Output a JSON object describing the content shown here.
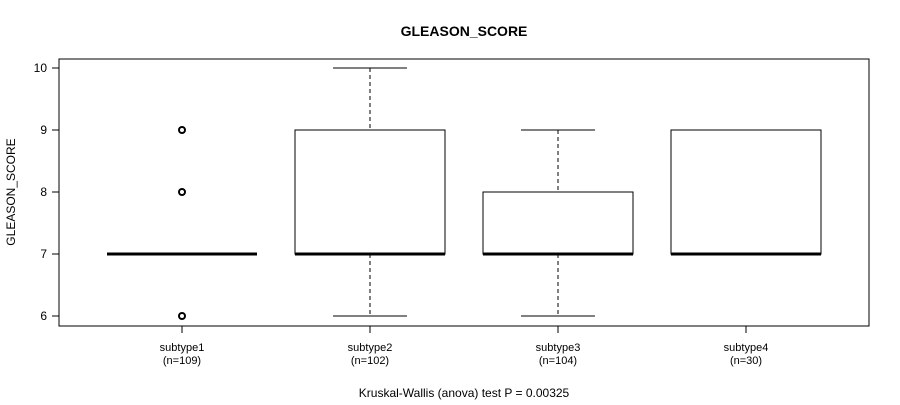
{
  "chart_data": {
    "type": "boxplot",
    "title": "GLEASON_SCORE",
    "ylabel": "GLEASON_SCORE",
    "xlabel": "Kruskal-Wallis (anova) test P = 0.00325",
    "ylim": [
      6,
      10
    ],
    "yticks": [
      "6",
      "7",
      "8",
      "9",
      "10"
    ],
    "grid": false,
    "categories": [
      "subtype1",
      "subtype2",
      "subtype3",
      "subtype4"
    ],
    "counts": [
      "(n=109)",
      "(n=102)",
      "(n=104)",
      "(n=30)"
    ],
    "boxes": [
      {
        "whisker_low": 7,
        "q1": 7,
        "median": 7,
        "q3": 7,
        "whisker_high": 7,
        "outliers": [
          6,
          8,
          9
        ]
      },
      {
        "whisker_low": 6,
        "q1": 7,
        "median": 7,
        "q3": 9,
        "whisker_high": 10,
        "outliers": []
      },
      {
        "whisker_low": 6,
        "q1": 7,
        "median": 7,
        "q3": 8,
        "whisker_high": 9,
        "outliers": []
      },
      {
        "whisker_low": 7,
        "q1": 7,
        "median": 7,
        "q3": 9,
        "whisker_high": 9,
        "outliers": []
      }
    ]
  }
}
